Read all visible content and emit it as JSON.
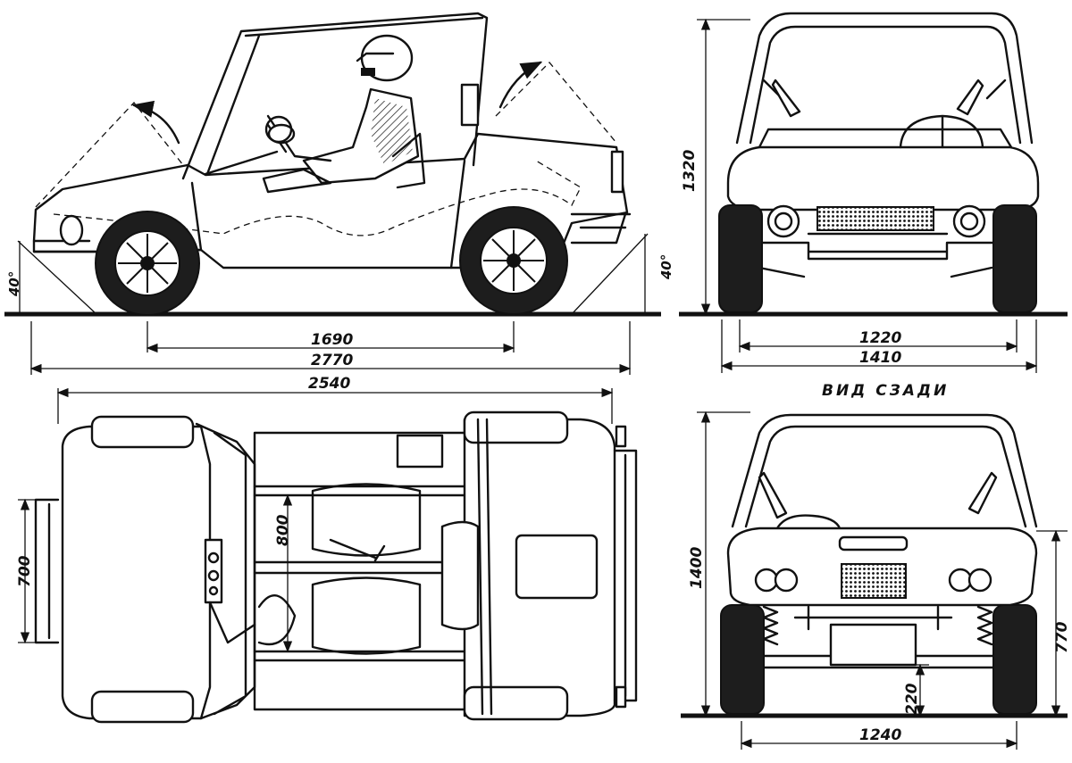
{
  "side_view": {
    "wheelbase": "1690",
    "overall_length": "2770",
    "approach_angle": "40°",
    "departure_angle": "40°"
  },
  "top_view": {
    "length": "2540",
    "width_front_bumper": "700",
    "seat_span": "800"
  },
  "front_view": {
    "height": "1320",
    "track": "1220",
    "overall_width": "1410"
  },
  "rear_view": {
    "caption": "ВИД СЗАДИ",
    "height": "1400",
    "mid_height": "770",
    "ground_clearance": "220",
    "track": "1240"
  },
  "colors": {
    "ink": "#111111",
    "paper": "#ffffff"
  }
}
